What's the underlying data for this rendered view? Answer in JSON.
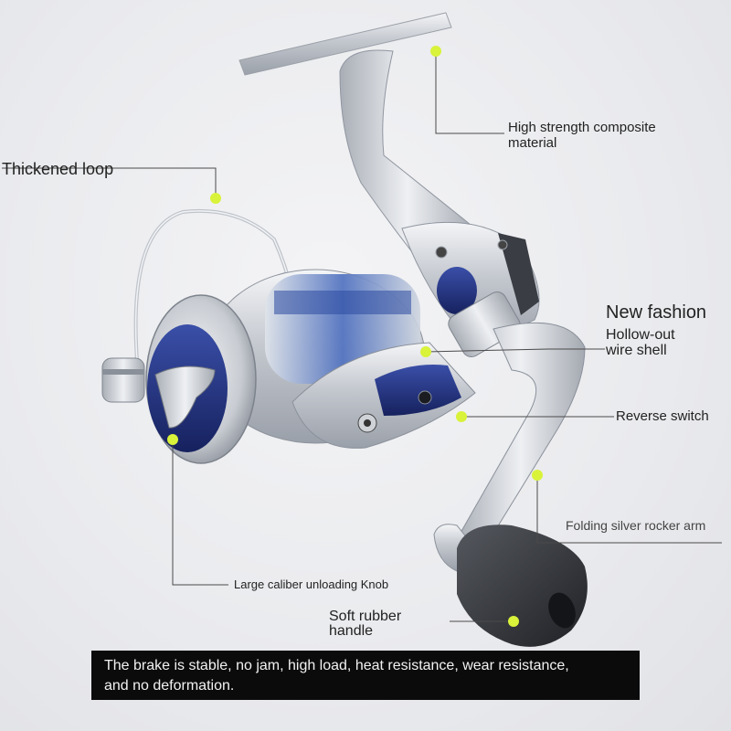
{
  "labels": {
    "high_strength": [
      "High strength composite",
      "material"
    ],
    "thickened_loop": "Thickened loop",
    "new_fashion": "New fashion",
    "hollow_out": [
      "Hollow-out",
      "wire shell"
    ],
    "reverse_switch": "Reverse switch",
    "folding_arm": "Folding silver rocker arm",
    "unloading_knob": "Large caliber unloading Knob",
    "rubber_handle": [
      "Soft rubber",
      "handle"
    ]
  },
  "caption": {
    "lines": [
      "The brake is stable, no jam, high load, heat resistance, wear resistance,",
      "and no deformation."
    ]
  },
  "colors": {
    "background": "#e8e9ec",
    "marker_dot": "#d9f23a",
    "reel_silver": "#c9ccd2",
    "reel_blue": "#1f2f78",
    "handle_knob": "#333539",
    "caption_bg": "#0b0b0b"
  }
}
